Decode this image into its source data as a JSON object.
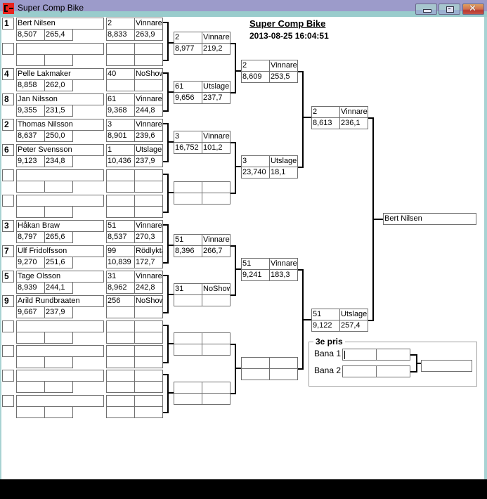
{
  "window": {
    "title": "Super Comp Bike",
    "controls": {
      "minimize": "minimize",
      "maximize": "maximize",
      "close": "close"
    }
  },
  "header": {
    "title": "Super Comp Bike",
    "datetime": "2013-08-25 16:04:51"
  },
  "round1": [
    {
      "seed": "1",
      "name": "Bert Nilsen",
      "rt": "8,507",
      "speed": "265,4",
      "lane_no": "2",
      "status": "Vinnare",
      "res_rt": "8,833",
      "res_speed": "263,9"
    },
    {
      "seed": "",
      "name": "",
      "rt": "",
      "speed": "",
      "lane_no": "",
      "status": "",
      "res_rt": "",
      "res_speed": ""
    },
    {
      "seed": "4",
      "name": "Pelle Lakmaker",
      "rt": "8,858",
      "speed": "262,0",
      "lane_no": "40",
      "status": "NoShow",
      "res_rt": "",
      "res_speed": ""
    },
    {
      "seed": "8",
      "name": "Jan Nilsson",
      "rt": "9,355",
      "speed": "231,5",
      "lane_no": "61",
      "status": "Vinnare",
      "res_rt": "9,368",
      "res_speed": "244,8"
    },
    {
      "seed": "2",
      "name": "Thomas Nilsson",
      "rt": "8,637",
      "speed": "250,0",
      "lane_no": "3",
      "status": "Vinnare",
      "res_rt": "8,901",
      "res_speed": "239,6"
    },
    {
      "seed": "6",
      "name": "Peter Svensson",
      "rt": "9,123",
      "speed": "234,8",
      "lane_no": "1",
      "status": "Utslagen",
      "res_rt": "10,436",
      "res_speed": "237,9"
    },
    {
      "seed": "",
      "name": "",
      "rt": "",
      "speed": "",
      "lane_no": "",
      "status": "",
      "res_rt": "",
      "res_speed": ""
    },
    {
      "seed": "",
      "name": "",
      "rt": "",
      "speed": "",
      "lane_no": "",
      "status": "",
      "res_rt": "",
      "res_speed": ""
    },
    {
      "seed": "3",
      "name": "Håkan Braw",
      "rt": "8,797",
      "speed": "265,6",
      "lane_no": "51",
      "status": "Vinnare",
      "res_rt": "8,537",
      "res_speed": "270,3"
    },
    {
      "seed": "7",
      "name": "Ulf Fridolfsson",
      "rt": "9,270",
      "speed": "251,6",
      "lane_no": "99",
      "status": "Rödlykta",
      "res_rt": "10,839",
      "res_speed": "172,7"
    },
    {
      "seed": "5",
      "name": "Tage Olsson",
      "rt": "8,939",
      "speed": "244,1",
      "lane_no": "31",
      "status": "Vinnare",
      "res_rt": "8,962",
      "res_speed": "242,8"
    },
    {
      "seed": "9",
      "name": "Arild Rundbraaten",
      "rt": "9,667",
      "speed": "237,9",
      "lane_no": "256",
      "status": "NoShow",
      "res_rt": "",
      "res_speed": ""
    },
    {
      "seed": "",
      "name": "",
      "rt": "",
      "speed": "",
      "lane_no": "",
      "status": "",
      "res_rt": "",
      "res_speed": ""
    },
    {
      "seed": "",
      "name": "",
      "rt": "",
      "speed": "",
      "lane_no": "",
      "status": "",
      "res_rt": "",
      "res_speed": ""
    },
    {
      "seed": "",
      "name": "",
      "rt": "",
      "speed": "",
      "lane_no": "",
      "status": "",
      "res_rt": "",
      "res_speed": ""
    },
    {
      "seed": "",
      "name": "",
      "rt": "",
      "speed": "",
      "lane_no": "",
      "status": "",
      "res_rt": "",
      "res_speed": ""
    }
  ],
  "round2": [
    {
      "no": "2",
      "status": "Vinnare",
      "rt": "8,977",
      "speed": "219,2"
    },
    {
      "no": "61",
      "status": "Utslagen",
      "rt": "9,656",
      "speed": "237,7"
    },
    {
      "no": "3",
      "status": "Vinnare",
      "rt": "16,752",
      "speed": "101,2"
    },
    {
      "no": "",
      "status": "",
      "rt": "",
      "speed": ""
    },
    {
      "no": "51",
      "status": "Vinnare",
      "rt": "8,396",
      "speed": "266,7"
    },
    {
      "no": "31",
      "status": "NoShow",
      "rt": "",
      "speed": ""
    },
    {
      "no": "",
      "status": "",
      "rt": "",
      "speed": ""
    },
    {
      "no": "",
      "status": "",
      "rt": "",
      "speed": ""
    }
  ],
  "round3": [
    {
      "no": "2",
      "status": "Vinnare",
      "rt": "8,609",
      "speed": "253,5"
    },
    {
      "no": "3",
      "status": "Utslagen",
      "rt": "23,740",
      "speed": "18,1"
    },
    {
      "no": "51",
      "status": "Vinnare",
      "rt": "9,241",
      "speed": "183,3"
    },
    {
      "no": "",
      "status": "",
      "rt": "",
      "speed": ""
    }
  ],
  "round4": [
    {
      "no": "2",
      "status": "Vinnare",
      "rt": "8,613",
      "speed": "236,1"
    },
    {
      "no": "51",
      "status": "Utslagen",
      "rt": "9,122",
      "speed": "257,4"
    }
  ],
  "final": {
    "winner": "Bert Nilsen"
  },
  "third_place": {
    "title": "3e pris",
    "lane1_label": "Bana 1",
    "lane2_label": "Bana 2",
    "lane1_a": "",
    "lane1_b": "",
    "lane2_a": "",
    "lane2_b": "",
    "winner": ""
  }
}
